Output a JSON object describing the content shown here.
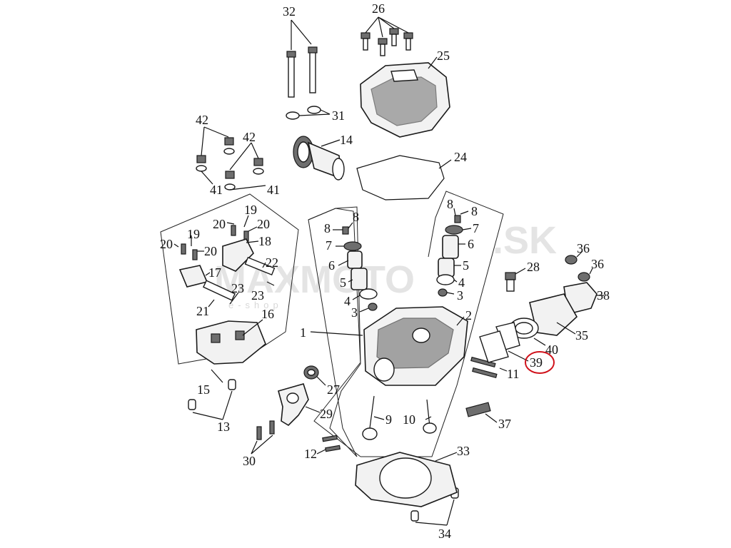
{
  "watermark": {
    "brand": "MAXMOTO",
    "tld": ".SK",
    "tagline": "e-shop"
  },
  "highlight_color": "#d0121b",
  "highlighted_label": "39",
  "labels": {
    "l1": "1",
    "l2": "2",
    "l3a": "3",
    "l3b": "3",
    "l4a": "4",
    "l4b": "4",
    "l5a": "5",
    "l5b": "5",
    "l6a": "6",
    "l6b": "6",
    "l7a": "7",
    "l7b": "7",
    "l8a": "8",
    "l8b": "8",
    "l8c": "8",
    "l8d": "8",
    "l9": "9",
    "l10": "10",
    "l11": "11",
    "l12": "12",
    "l13": "13",
    "l14": "14",
    "l15": "15",
    "l16": "16",
    "l17": "17",
    "l18": "18",
    "l19a": "19",
    "l19b": "19",
    "l20a": "20",
    "l20b": "20",
    "l20c": "20",
    "l20d": "20",
    "l21": "21",
    "l22": "22",
    "l23a": "23",
    "l23b": "23",
    "l24": "24",
    "l25": "25",
    "l26": "26",
    "l27": "27",
    "l28": "28",
    "l29": "29",
    "l30": "30",
    "l31": "31",
    "l32": "32",
    "l33": "33",
    "l34": "34",
    "l35": "35",
    "l36a": "36",
    "l36b": "36",
    "l37": "37",
    "l38": "38",
    "l39": "39",
    "l40": "40",
    "l41a": "41",
    "l41b": "41",
    "l42a": "42",
    "l42b": "42"
  }
}
